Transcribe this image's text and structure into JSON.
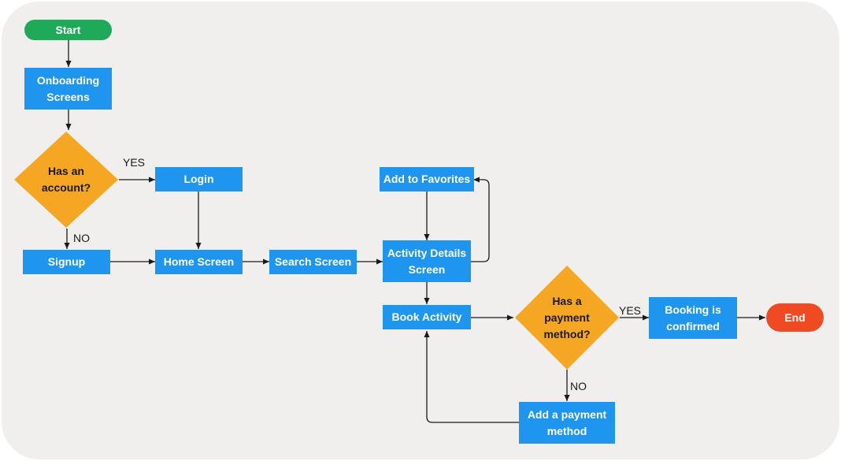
{
  "flowchart": {
    "nodes": {
      "start": "Start",
      "onboarding": "Onboarding Screens",
      "has_account": "Has an account?",
      "login": "Login",
      "signup": "Signup",
      "home": "Home Screen",
      "search": "Search Screen",
      "activity_details": "Activity Details Screen",
      "add_favorites": "Add to Favorites",
      "book_activity": "Book Activity",
      "has_payment": "Has a payment method?",
      "add_payment": "Add a payment method",
      "booking_confirmed": "Booking is confirmed",
      "end": "End"
    },
    "edge_labels": {
      "account_yes": "YES",
      "account_no": "NO",
      "payment_yes": "YES",
      "payment_no": "NO"
    },
    "colors": {
      "background": "#f0efed",
      "process": "#1e96f0",
      "decision": "#f5a623",
      "start": "#1faa5a",
      "end": "#f04a23",
      "connector": "#1a1a1a"
    }
  }
}
